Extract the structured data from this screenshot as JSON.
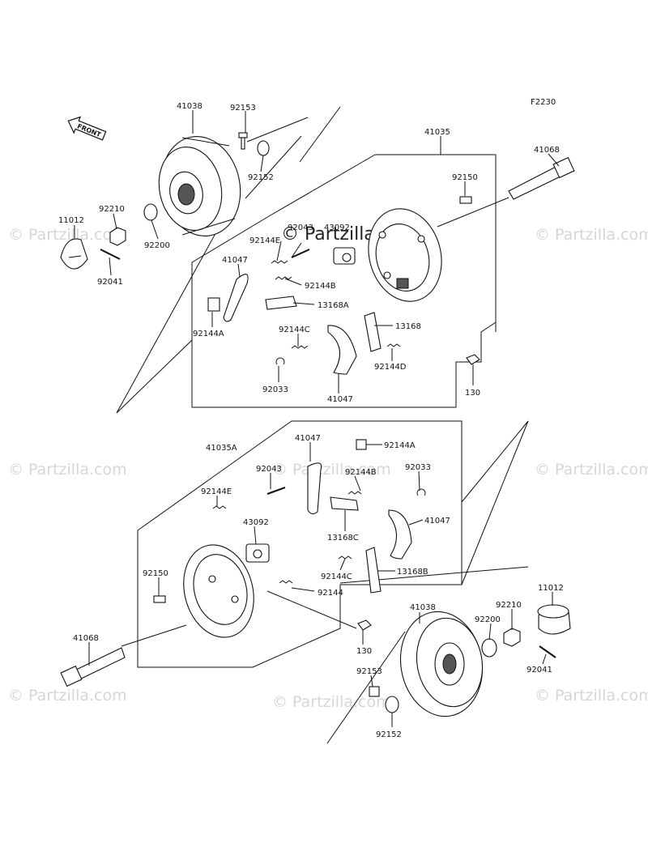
{
  "figure_code": "F2230",
  "front_arrow": "FRONT",
  "watermark": "© Partzilla.com",
  "labels": [
    "41038",
    "92153",
    "92152",
    "92210",
    "11012",
    "92200",
    "92041",
    "41035",
    "92150",
    "41068",
    "92043",
    "92144E",
    "41047",
    "43092",
    "92144B",
    "13168A",
    "92144A",
    "92144C",
    "13168",
    "92144D",
    "92033",
    "41047",
    "130",
    "41035A",
    "41047",
    "92144A",
    "92043",
    "92144B",
    "92033",
    "92144E",
    "43092",
    "13168C",
    "41047",
    "92150",
    "92144C",
    "13168B",
    "92144",
    "41068",
    "130",
    "41038",
    "11012",
    "92210",
    "92200",
    "92041",
    "92153",
    "92152"
  ]
}
